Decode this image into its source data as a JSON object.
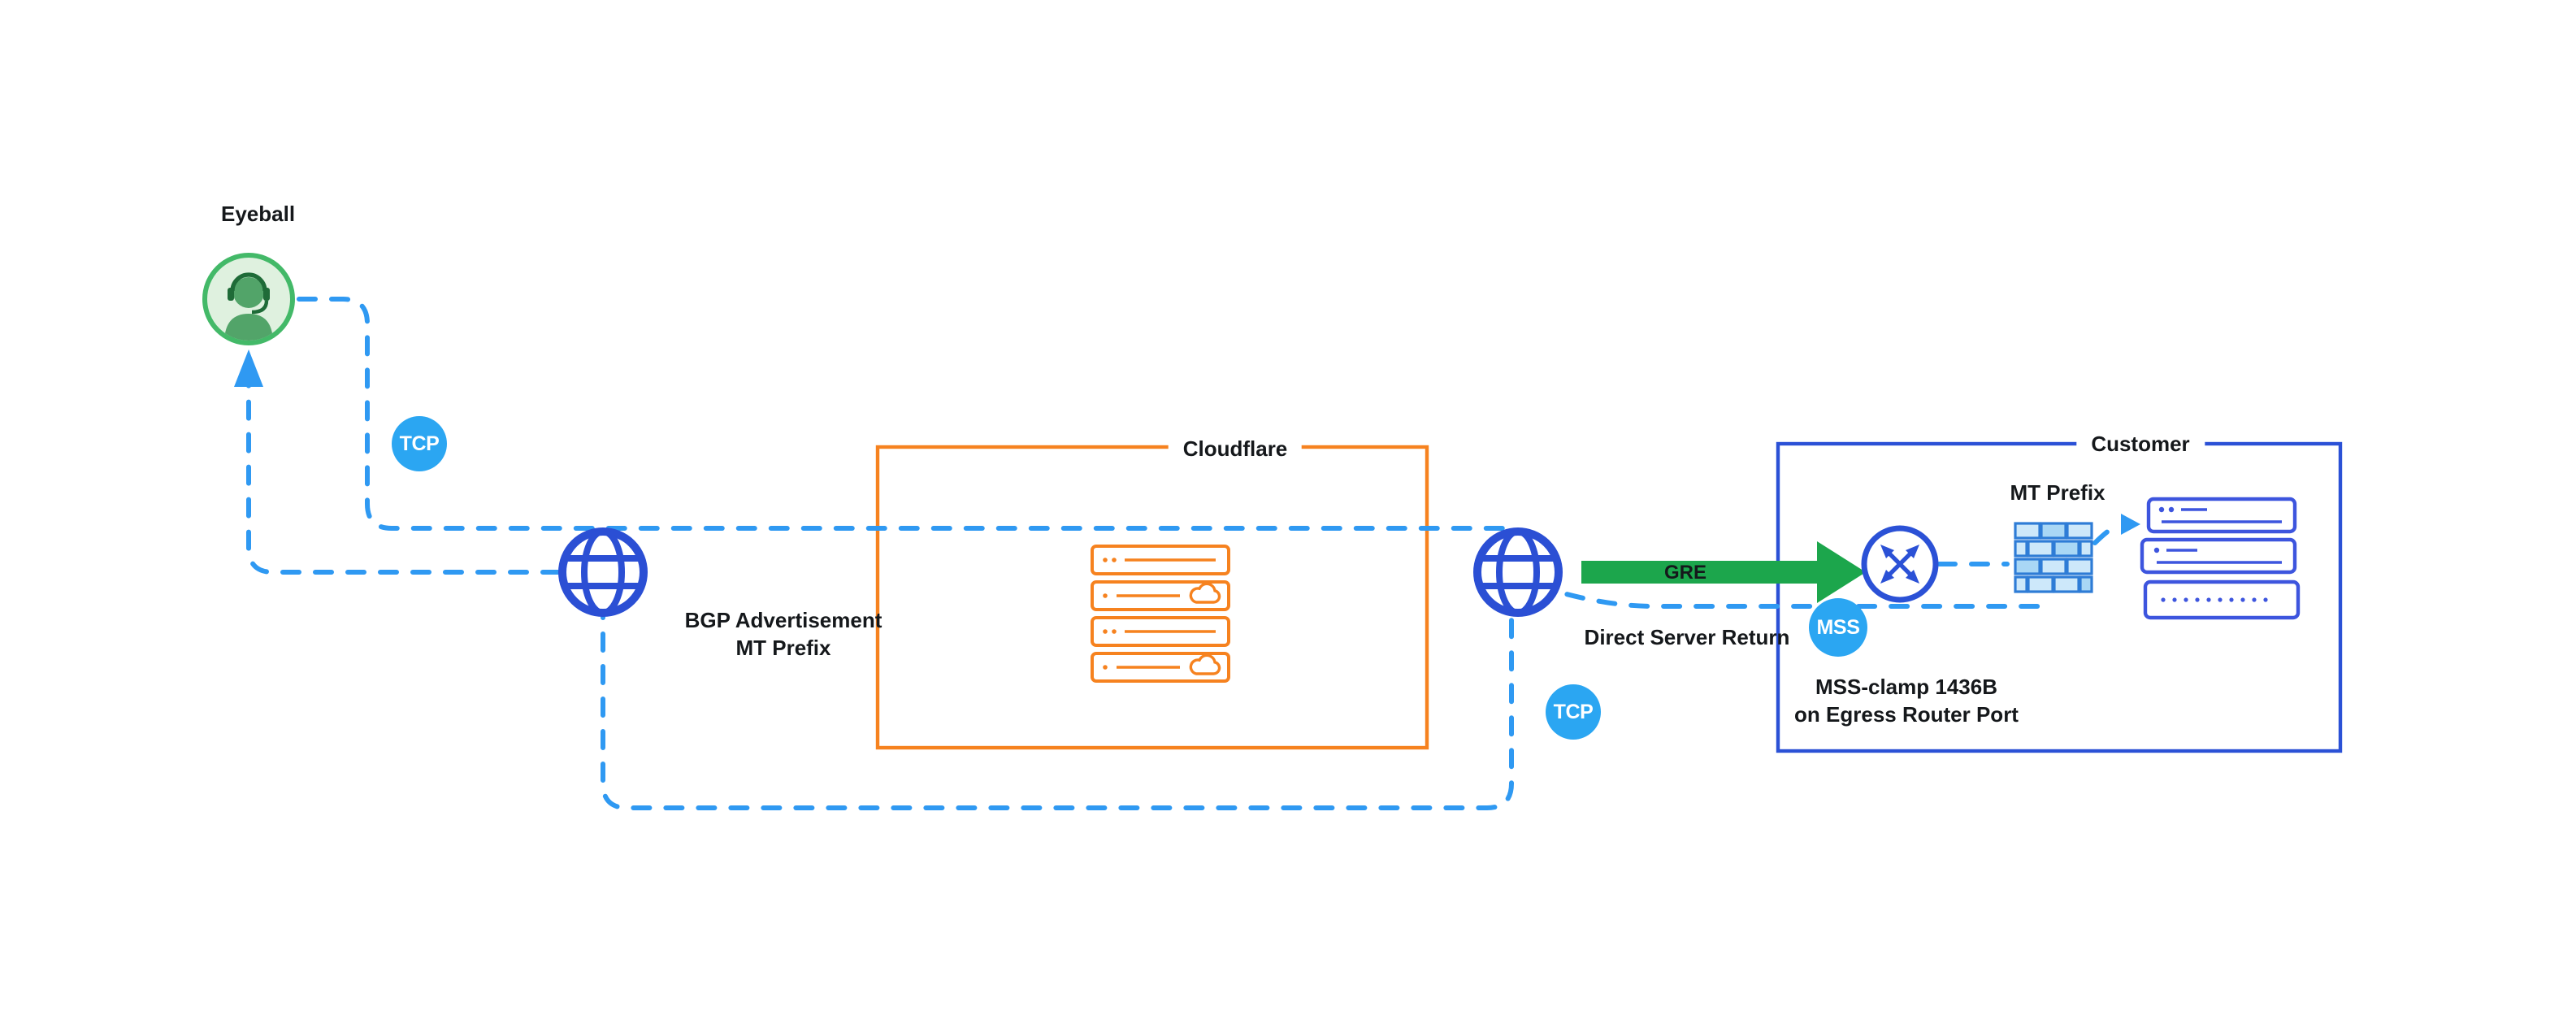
{
  "labels": {
    "eyeball": "Eyeball",
    "cloudflare": "Cloudflare",
    "customer": "Customer",
    "tcp_left": "TCP",
    "tcp_right": "TCP",
    "mss": "MSS",
    "gre": "GRE",
    "dsr": "Direct Server Return",
    "bgp_line1": "BGP Advertisement",
    "bgp_line2": "MT Prefix",
    "mt_prefix": "MT Prefix",
    "mss_clamp_line1": "MSS-clamp 1436B",
    "mss_clamp_line2": "on Egress Router Port"
  },
  "colors": {
    "path_blue": "#2F99F2",
    "badge_blue": "#2BA6F2",
    "globe_blue": "#2B4FD4",
    "router_blue": "#2B51D6",
    "green_arrow": "#1CA64C",
    "cloudflare_orange": "#F6821F",
    "customer_border_blue": "#2B51D6",
    "eyeball_green": "#43B968",
    "text": "#15181B",
    "background": "#FFFFFF"
  }
}
